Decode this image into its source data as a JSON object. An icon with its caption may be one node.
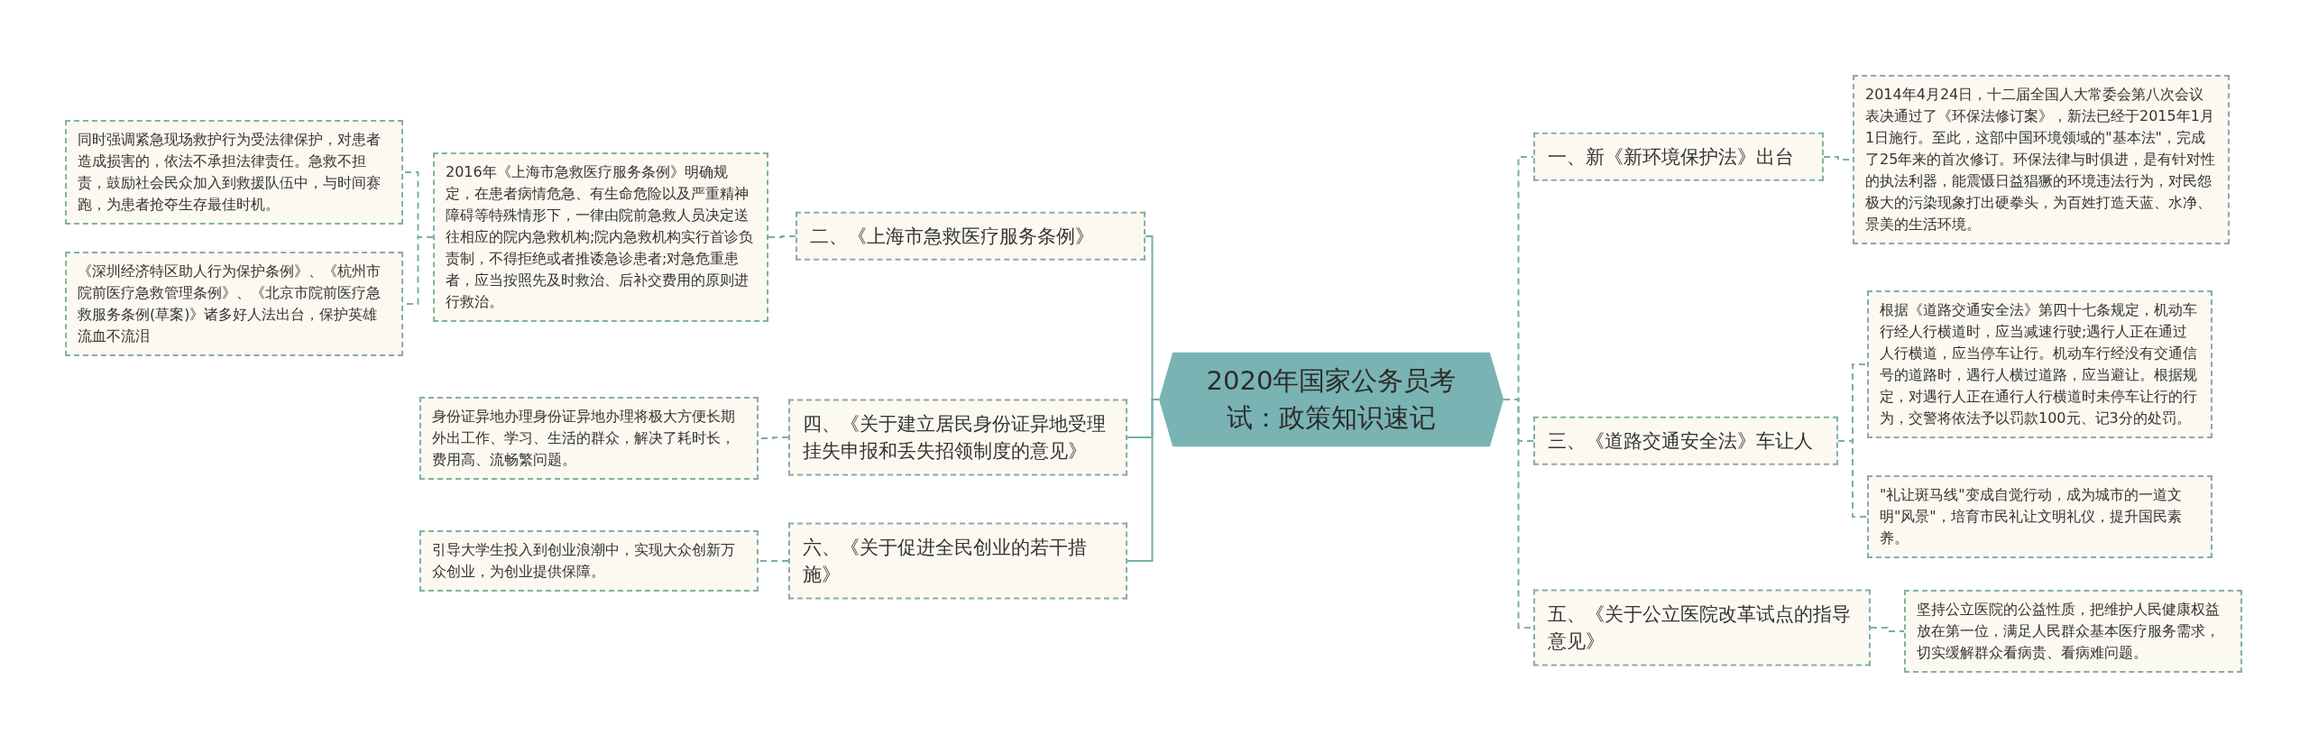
{
  "diagram": {
    "nodes": [
      {
        "text": [
          "2020年国家公务员考试：政策知识速记"
        ]
      },
      {
        "text": [
          "一、新《新环境保护法》出台"
        ]
      },
      {
        "text": [
          "2014年4月24日，十二届全国人大常委会第八次会议表决通过了《环保法修订案》，新法已经于2015年1月1日施行。至此，这部中国环境领域的\"基本法\"，完成了25年来的首次修订。环保法律与时俱进，是有针对性的执法利器，能震慑日益猖獗的环境违法行为，对民怨极大的污染现象打出硬拳头，为百姓打造天蓝、水净、景美的生活环境。"
        ]
      },
      {
        "text": [
          "二、《上海市急救医疗服务条例》"
        ]
      },
      {
        "text": [
          "2016年《上海市急救医疗服务条例》明确规定，在患者病情危急、有生命危险以及严重精神障碍等特殊情形下，一律由院前急救人员决定送往相应的院内急救机构;院内急救机构实行首诊负责制，不得拒绝或者推诿急诊患者;对急危重患者，应当按照先及时救治、后补交费用的原则进行救治。"
        ]
      },
      {
        "text": [
          "同时强调紧急现场救护行为受法律保护，对患者造成损害的，依法不承担法律责任。急救不担责，鼓励社会民众加入到救援队伍中，与时间赛跑，为患者抢夺生存最佳时机。"
        ]
      },
      {
        "text": [
          "《深圳经济特区助人行为保护条例》、《杭州市院前医疗急救管理条例》、《北京市院前医疗急救服务条例(草案)》诸多好人法出台，保护英雄流血不流泪"
        ]
      },
      {
        "text": [
          "三、《道路交通安全法》车让人"
        ]
      },
      {
        "text": [
          "根据《道路交通安全法》第四十七条规定，机动车行经人行横道时，应当减速行驶;遇行人正在通过人行横道，应当停车让行。机动车行经没有交通信号的道路时，遇行人横过道路，应当避让。根据规定，对遇行人正在通行人行横道时未停车让行的行为，交警将依法予以罚款100元、记3分的处罚。"
        ]
      },
      {
        "text": [
          "\"礼让斑马线\"变成自觉行动，成为城市的一道文明\"风景\"，培育市民礼让文明礼仪，提升国民素养。"
        ]
      },
      {
        "text": [
          "四、《关于建立居民身份证异地受理挂失申报和丢失招领制度的意见》"
        ]
      },
      {
        "text": [
          "身份证异地办理身份证异地办理将极大方便长期外出工作、学习、生活的群众，解决了耗时长，费用高、流畅繁问题。"
        ]
      },
      {
        "text": [
          "五、《关于公立医院改革试点的指导意见》"
        ]
      },
      {
        "text": [
          "坚持公立医院的公益性质，把维护人民健康权益放在第一位，满足人民群众基本医疗服务需求，切实缓解群众看病贵、看病难问题。"
        ]
      },
      {
        "text": [
          "六、《关于促进全民创业的若干措施》"
        ]
      },
      {
        "text": [
          "引导大学生投入到创业浪潮中，实现大众创新万众创业，为创业提供保障。"
        ]
      }
    ],
    "edges": [
      {
        "from": 0,
        "to": 1,
        "arrow": "none",
        "style": "dashed"
      },
      {
        "from": 1,
        "to": 2,
        "arrow": "none",
        "style": "dashed"
      },
      {
        "from": 0,
        "to": 3,
        "arrow": "none"
      },
      {
        "from": 3,
        "to": 4,
        "arrow": "none",
        "style": "dashed"
      },
      {
        "from": 4,
        "to": 5,
        "arrow": "none",
        "style": "dashed"
      },
      {
        "from": 4,
        "to": 6,
        "arrow": "none",
        "style": "dashed"
      },
      {
        "from": 0,
        "to": 7,
        "arrow": "none",
        "style": "dashed"
      },
      {
        "from": 7,
        "to": 8,
        "arrow": "none",
        "style": "dashed"
      },
      {
        "from": 7,
        "to": 9,
        "arrow": "none",
        "style": "dashed"
      },
      {
        "from": 0,
        "to": 10,
        "arrow": "none"
      },
      {
        "from": 10,
        "to": 11,
        "arrow": "none",
        "style": "dashed"
      },
      {
        "from": 0,
        "to": 12,
        "arrow": "none",
        "style": "dashed"
      },
      {
        "from": 12,
        "to": 13,
        "arrow": "none",
        "style": "dashed"
      },
      {
        "from": 0,
        "to": 14,
        "arrow": "none"
      },
      {
        "from": 14,
        "to": 15,
        "arrow": "none",
        "style": "dashed"
      }
    ]
  }
}
